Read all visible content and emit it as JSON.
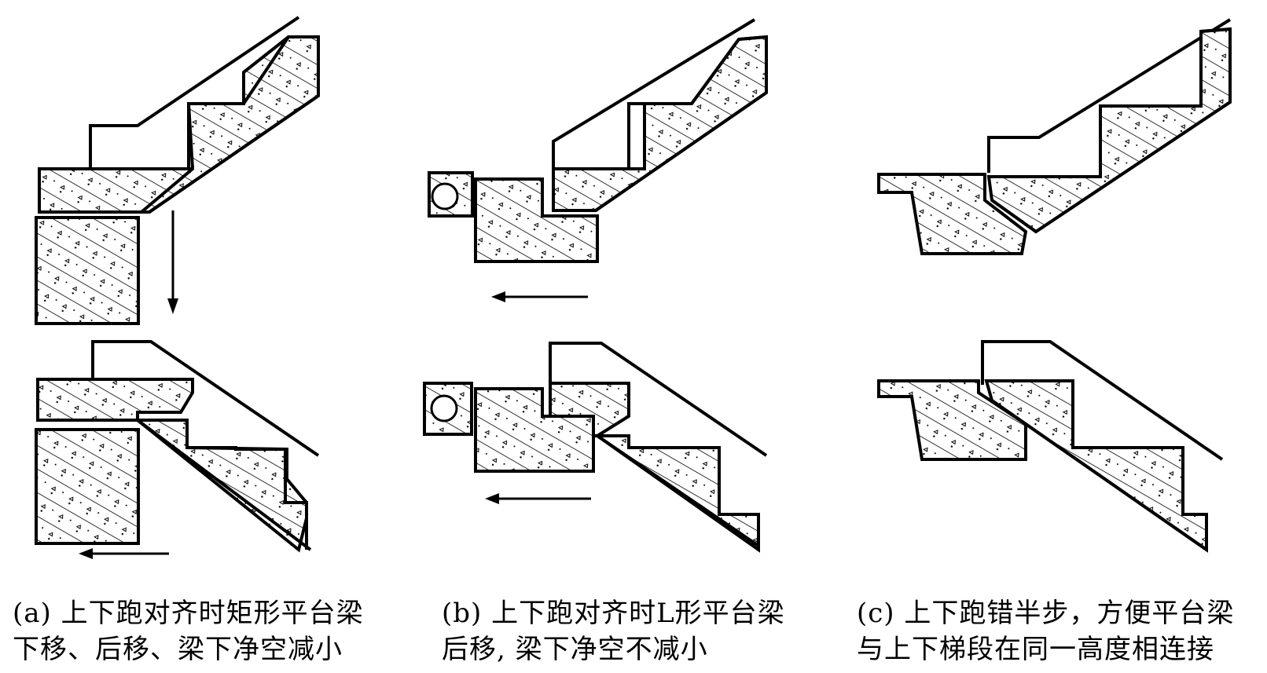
{
  "panels": [
    {
      "id": "a",
      "caption_line1": "(a) 上下跑对齐时矩形平台梁",
      "caption_line2": "下移、后移、梁下净空减小"
    },
    {
      "id": "b",
      "caption_line1": "(b) 上下跑对齐时L形平台梁",
      "caption_line2": "后移, 梁下净空不减小"
    },
    {
      "id": "c",
      "caption_line1": "(c) 上下跑错半步，方便平台梁",
      "caption_line2": "与上下梯段在同一高度相连接"
    }
  ]
}
